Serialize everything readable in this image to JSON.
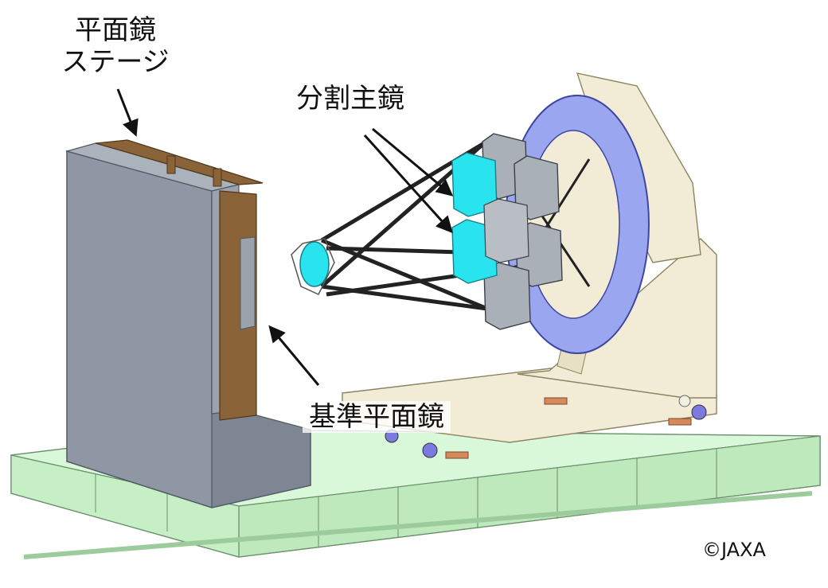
{
  "labels": {
    "flat_mirror_stage_line1": "平面鏡",
    "flat_mirror_stage_line2": "ステージ",
    "segmented_primary_mirror": "分割主鏡",
    "reference_flat_mirror": "基準平面鏡",
    "credit": "©JAXA"
  },
  "colors": {
    "base_platform": "#ccf5cc",
    "stage_block": "#8e97a3",
    "stage_plate": "#8a6338",
    "mirror_segment_highlight": "#29e4ee",
    "mirror_segment": "#a9b0b7",
    "ring": "#9aa6f0",
    "frame": "#f2ecd6"
  }
}
